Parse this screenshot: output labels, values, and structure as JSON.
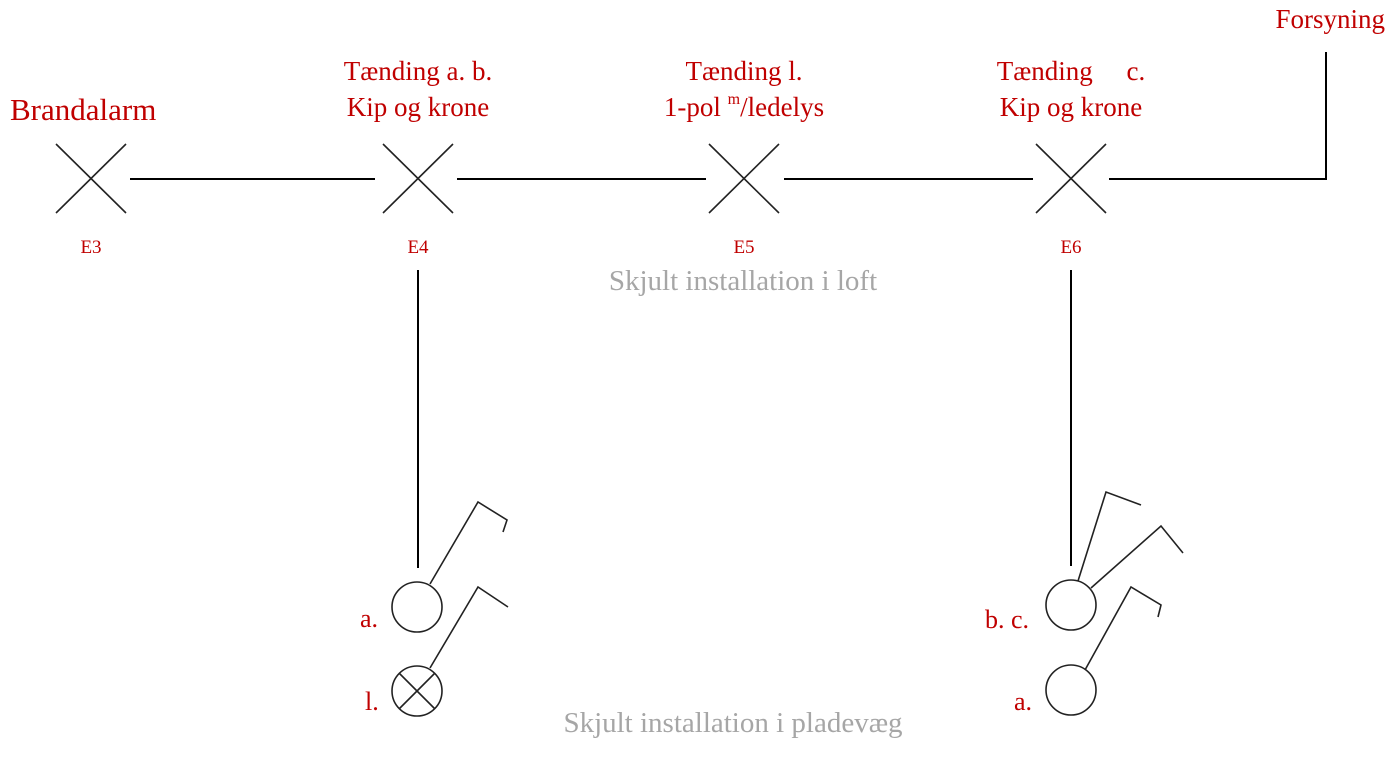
{
  "title_left": "Brandalarm",
  "supply": "Forsyning",
  "boxes": [
    {
      "id": "E3",
      "line1": "",
      "line2": ""
    },
    {
      "id": "E4",
      "line1": "Tænding a. b.",
      "line2": "Kip og krone"
    },
    {
      "id": "E5",
      "line1": "Tænding l.",
      "line2_pre": "1-pol ",
      "line2_sup": "m",
      "line2_post": "/ledelys"
    },
    {
      "id": "E6",
      "line1": "Tænding     c.",
      "line2": "Kip og krone"
    }
  ],
  "ceiling_note": "Skjult installation i loft",
  "wall_note": "Skjult installation i pladevæg",
  "switches_left": {
    "top": "a.",
    "bottom": "l."
  },
  "switches_right": {
    "top": "b. c.",
    "bottom": "a."
  },
  "colors": {
    "label": "#c00000",
    "note": "#a6a6a6",
    "line": "#000000"
  }
}
